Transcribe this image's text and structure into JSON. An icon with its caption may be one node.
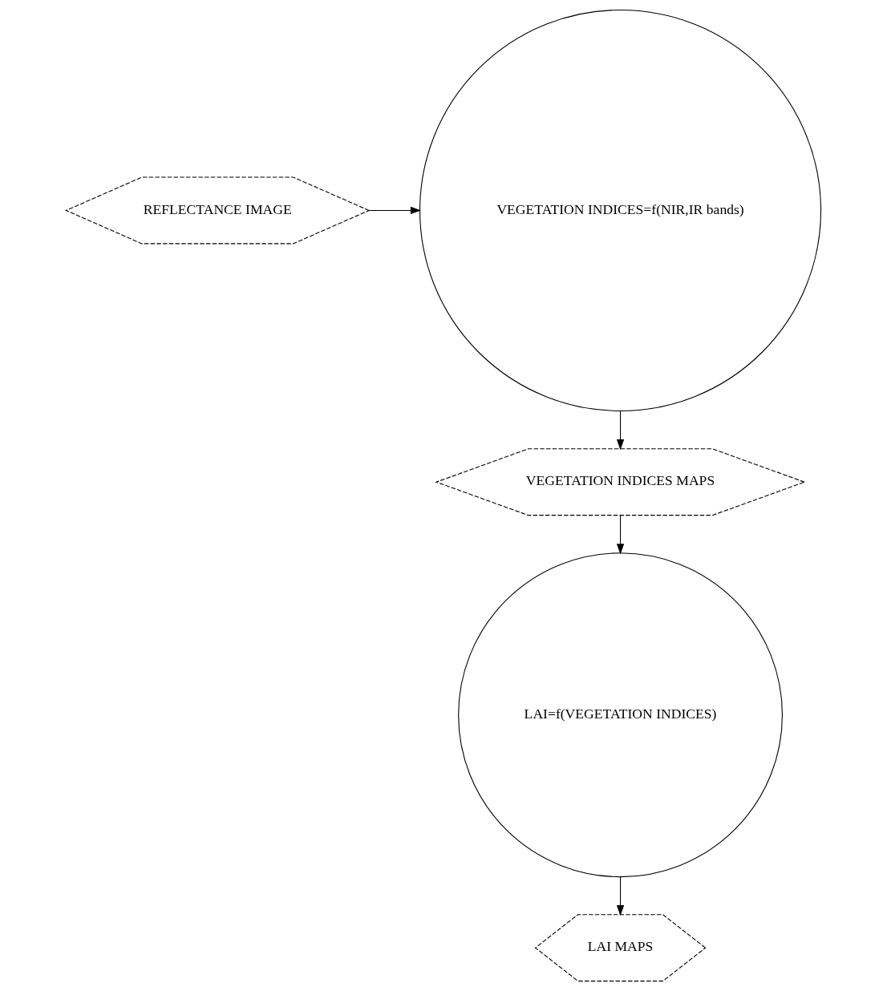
{
  "diagram": {
    "nodes": [
      {
        "text": [
          "REFLECTANCE IMAGE"
        ]
      },
      {
        "text": [
          "VEGETATION INDICES=f(NIR,IR bands)"
        ]
      },
      {
        "text": [
          "VEGETATION INDICES MAPS"
        ]
      },
      {
        "text": [
          "LAI=f(VEGETATION INDICES)"
        ]
      },
      {
        "text": [
          "LAI MAPS"
        ]
      }
    ],
    "edges": [
      {
        "from": 0,
        "to": 1,
        "arrow": "to"
      },
      {
        "from": 1,
        "to": 2,
        "arrow": "to"
      },
      {
        "from": 2,
        "to": 3,
        "arrow": "to"
      },
      {
        "from": 3,
        "to": 4,
        "arrow": "to"
      }
    ]
  }
}
